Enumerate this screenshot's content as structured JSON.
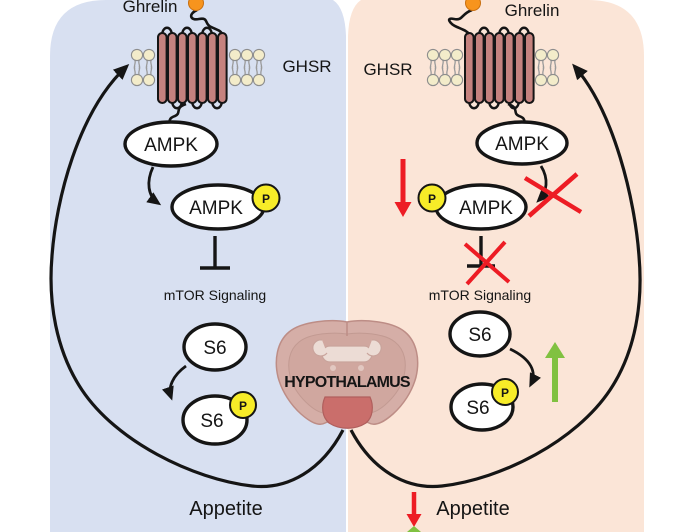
{
  "center": {
    "region": "HYPOTHALAMUS"
  },
  "left_panel": {
    "ligand": "Ghrelin",
    "receptor": "GHSR",
    "kinase": "AMPK",
    "kinase_p": "AMPK",
    "phosphate_ampk": "P",
    "pathway": "mTOR Signaling",
    "substrate": "S6",
    "substrate_p": "S6",
    "phosphate_s6": "P",
    "outcome": "Appetite"
  },
  "right_panel": {
    "ligand": "Ghrelin",
    "receptor": "GHSR",
    "kinase": "AMPK",
    "kinase_p": "AMPK",
    "phosphate_ampk": "P",
    "pathway": "mTOR Signaling",
    "substrate": "S6",
    "substrate_p": "S6",
    "phosphate_s6": "P",
    "outcome": "Appetite"
  },
  "colors": {
    "panel_left": "#d8e0f1",
    "panel_right": "#fbe5d7",
    "ghrelin_dot": "#f7941d",
    "phosphate_badge": "#f7ec28",
    "helix": "#c5827e",
    "lipid_head": "#f3ecca",
    "decrease_red": "#ed1c24",
    "increase_green": "#80c141",
    "brain_outer": "#d5aea7",
    "brain_core": "#ca6e6b"
  }
}
